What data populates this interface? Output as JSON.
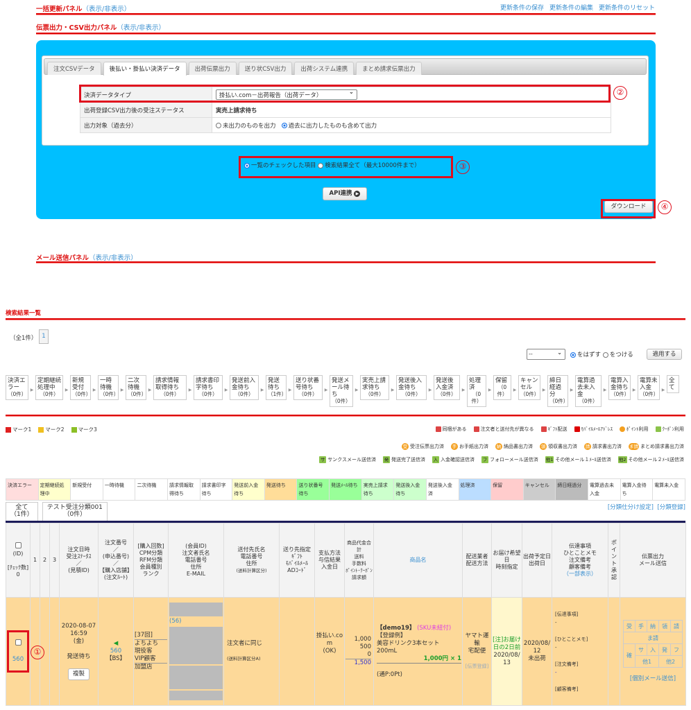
{
  "panels": {
    "bulk": {
      "title": "一括更新パネル",
      "toggle": "（表示/非表示）",
      "links": [
        "更新条件の保存",
        "更新条件の編集",
        "更新条件のリセット"
      ]
    },
    "slip": {
      "title": "伝票出力・CSV出力パネル",
      "toggle": "（表示/非表示）"
    },
    "mail": {
      "title": "メール送信パネル",
      "toggle": "（表示/非表示）"
    }
  },
  "export": {
    "tabs": [
      "注文CSVデータ",
      "後払い・掛払い決済データ",
      "出荷伝票出力",
      "送り状CSV出力",
      "出荷システム連携",
      "まとめ請求伝票出力"
    ],
    "active_tab": 1,
    "rows": {
      "type_label": "決済データタイプ",
      "type_value": "掛払い.com－出荷報告（出荷データ）",
      "status_label": "出荷登録CSV出力後の受注ステータス",
      "status_value": "実売上請求待ち",
      "target_label": "出力対象（過去分）",
      "target_opt1": "未出力のものを出力",
      "target_opt2": "過去に出力したものも含めて出力"
    },
    "scope_opt1": "一覧のチェックした項目",
    "scope_opt2": "検索結果全て（最大10000件まで）",
    "api_button": "API連携",
    "download_button": "ダウンロード"
  },
  "annotations": [
    "①",
    "②",
    "③",
    "④"
  ],
  "results": {
    "title": "検索結果一覧",
    "total": "（全1件）",
    "page": "1",
    "mark_select": "--",
    "mark_remove": "をはずす",
    "mark_add": "をつける",
    "apply": "適用する"
  },
  "flow": [
    {
      "l": "決済エラー",
      "c": "（0件）"
    },
    {
      "l": "定期継続処理中",
      "c": "（0件）"
    },
    {
      "l": "新規受付",
      "c": "（0件）"
    },
    {
      "l": "一時待機",
      "c": "（0件）"
    },
    {
      "l": "二次待機",
      "c": "（0件）"
    },
    {
      "l": "請求情報取得待ち",
      "c": "（0件）"
    },
    {
      "l": "請求書印字待ち",
      "c": "（0件）"
    },
    {
      "l": "発送前入金待ち",
      "c": "（0件）"
    },
    {
      "l": "発送待ち",
      "c": "（1件）"
    },
    {
      "l": "送り状番号待ち",
      "c": "（0件）"
    },
    {
      "l": "発送メール待ち",
      "c": "（0件）"
    },
    {
      "l": "実売上請求待ち",
      "c": "（0件）"
    },
    {
      "l": "発送後入金待ち",
      "c": "（0件）"
    },
    {
      "l": "発送後入金済",
      "c": "（0件）"
    },
    {
      "l": "処理済",
      "c": "（0件）"
    },
    {
      "l": "保留",
      "c": "（0件）"
    },
    {
      "l": "キャンセル",
      "c": "（0件）"
    },
    {
      "l": "締日経過分",
      "c": "（0件）"
    },
    {
      "l": "電算過去未入金",
      "c": "（0件）"
    },
    {
      "l": "電算入金待ち",
      "c": "（0件）"
    },
    {
      "l": "電算未入金",
      "c": "（0件）"
    },
    {
      "l": "全て",
      "c": ""
    }
  ],
  "marks": [
    {
      "label": "マーク1",
      "color": "#e02020"
    },
    {
      "label": "マーク2",
      "color": "#f0c020"
    },
    {
      "label": "マーク3",
      "color": "#8cbf26"
    }
  ],
  "legend1": [
    "同梱がある",
    "注文者と送付先が異なる",
    "ｷﾞﾌﾄ配送",
    "ﾓﾊﾞｲﾙﾒｰﾙｱﾄﾞﾚｽ",
    "ﾎﾟｲﾝﾄ利用",
    "ｸｰﾎﾟﾝ利用"
  ],
  "legend2": [
    {
      "i": "受",
      "t": "受注伝票出力済"
    },
    {
      "i": "手",
      "t": "お手紙出力済"
    },
    {
      "i": "納",
      "t": "納品書出力済"
    },
    {
      "i": "領",
      "t": "領収書出力済"
    },
    {
      "i": "請",
      "t": "請求書出力済"
    },
    {
      "i": "ま請",
      "t": "まとめ請求書出力済"
    }
  ],
  "legend3": [
    {
      "i": "サ",
      "t": "サンクスメール送信済"
    },
    {
      "i": "発",
      "t": "発送完了送信済"
    },
    {
      "i": "入",
      "t": "入金確認送信済"
    },
    {
      "i": "フ",
      "t": "フォローメール送信済"
    },
    {
      "i": "他1",
      "t": "その他メール１ﾒｰﾙ送信済"
    },
    {
      "i": "他2",
      "t": "その他メール２ﾒｰﾙ送信済"
    }
  ],
  "status_cells": [
    {
      "t": "決済エラー",
      "bg": "#fdd"
    },
    {
      "t": "定期継続処理中",
      "bg": "#ffc"
    },
    {
      "t": "新規受付",
      "bg": "#fff"
    },
    {
      "t": "一時待機",
      "bg": "#fff"
    },
    {
      "t": "二次待機",
      "bg": "#fff"
    },
    {
      "t": "請求情報取得待ち",
      "bg": "#fff"
    },
    {
      "t": "請求書印字待ち",
      "bg": "#fff"
    },
    {
      "t": "発送前入金待ち",
      "bg": "#ffc"
    },
    {
      "t": "発送待ち",
      "bg": "#fd9"
    },
    {
      "t": "送り状番号待ち",
      "bg": "#9f9"
    },
    {
      "t": "発送ﾒｰﾙ待ち",
      "bg": "#9f9"
    },
    {
      "t": "実売上請求待ち",
      "bg": "#cfc"
    },
    {
      "t": "発送後入金待ち",
      "bg": "#cfc"
    },
    {
      "t": "発送後入金済",
      "bg": "#fff"
    },
    {
      "t": "処理済",
      "bg": "#bdf"
    },
    {
      "t": "保留",
      "bg": "#fcc"
    },
    {
      "t": "キャンセル",
      "bg": "#ccc"
    },
    {
      "t": "締日経過分",
      "bg": "#bbb"
    },
    {
      "t": "電算過去未入金",
      "bg": "#fff"
    },
    {
      "t": "電算入金待ち",
      "bg": "#fff"
    },
    {
      "t": "電算未入金",
      "bg": "#fff"
    }
  ],
  "class_tabs": [
    {
      "l": "全て",
      "c": "（1件）"
    },
    {
      "l": "テスト受注分類001",
      "c": "（0件）"
    }
  ],
  "class_links": [
    "[分類仕分け設定]",
    "[分類登録]"
  ],
  "headers": {
    "id": "(ID)",
    "check": "[ﾁｪｯｸ数]",
    "check_count": "0",
    "m1": "1",
    "m2": "2",
    "m3": "3",
    "date": "注文日時\n受注ｽﾃｰﾀｽ\n／\n(見積ID)",
    "num": "注文番号\n／\n(申込番号)\n／\n【購入店舗】\n(注文ﾙｰﾄ)",
    "buy": "[購入回数]\nCPM分類\nRFM分類\n会員種別\nランク",
    "member": "(会員ID)\n注文者氏名\n電話番号\n住所\nE-MAIL",
    "dest": "送付先氏名\n電話番号\n住所",
    "dest_sub": "(送料計算区分)",
    "gift": "送り先指定\nｷﾞﾌﾄ\nﾓﾊﾞｲﾙﾒｰﾙ\nADｺｰﾄﾞ",
    "pay": "支払方法\n与信結果\n入金日",
    "price": "商品代金合計\n送料\n手数料\nﾎﾟｲﾝﾄ･ｸｰﾎﾟﾝ\n請求額",
    "product": "商品名",
    "ship": "配送業者\n配送方法",
    "deliv": "お届け希望日\n時刻指定",
    "shipdate": "出荷予定日\n出荷日",
    "memo": "伝達事項\nひとことメモ\n注文備考\n顧客備考",
    "memo_link": "（一部表示）",
    "point": "ポイント承認",
    "slip": "伝票出力\nメール送信"
  },
  "row": {
    "id": "560",
    "date": "2020-08-07\n16:59\n(金)",
    "status": "発送待ち",
    "copy": "複製",
    "num": "560",
    "shop": "【BS】",
    "buy_count": "[37回]",
    "cpm": "よちよち",
    "rfm": "現役客",
    "member_type": "VIP顧客",
    "rank": "加盟店",
    "member_id": "(56)",
    "dest": "注文者に同じ",
    "dest_sub": "(送料計算区分A)",
    "pay": "掛払い.com\n(OK)",
    "p1": "1,000",
    "p2": "500",
    "p3": "0",
    "total": "1,500",
    "sku": "【demo19】",
    "sku_note": "(SKU未紐付)",
    "reg": "【登録例】",
    "pname": "美容ドリンク3本セット 200mL",
    "unit": "1,000円 × 1",
    "pt": "(通P:0Pt)",
    "carrier": "ヤマト運輸\n宅配便",
    "slip_reg": "[伝票登録]",
    "deliv_note": "[注]お届け日の2日前",
    "deliv_date": "2020/08/13",
    "ship_date": "2020/08/12",
    "ship_state": "未出荷",
    "memo_labels": [
      "[伝達事項]",
      "[ひとことメモ]",
      "[注文備考]",
      "[顧客備考]"
    ],
    "memo_vals": [
      "-",
      "-",
      "-"
    ],
    "grid": [
      "受",
      "手",
      "納",
      "領",
      "請",
      "ま請",
      "確",
      "サ",
      "入",
      "発",
      "フ",
      "他1",
      "他2"
    ],
    "indiv_mail": "[個別メール送信]"
  }
}
